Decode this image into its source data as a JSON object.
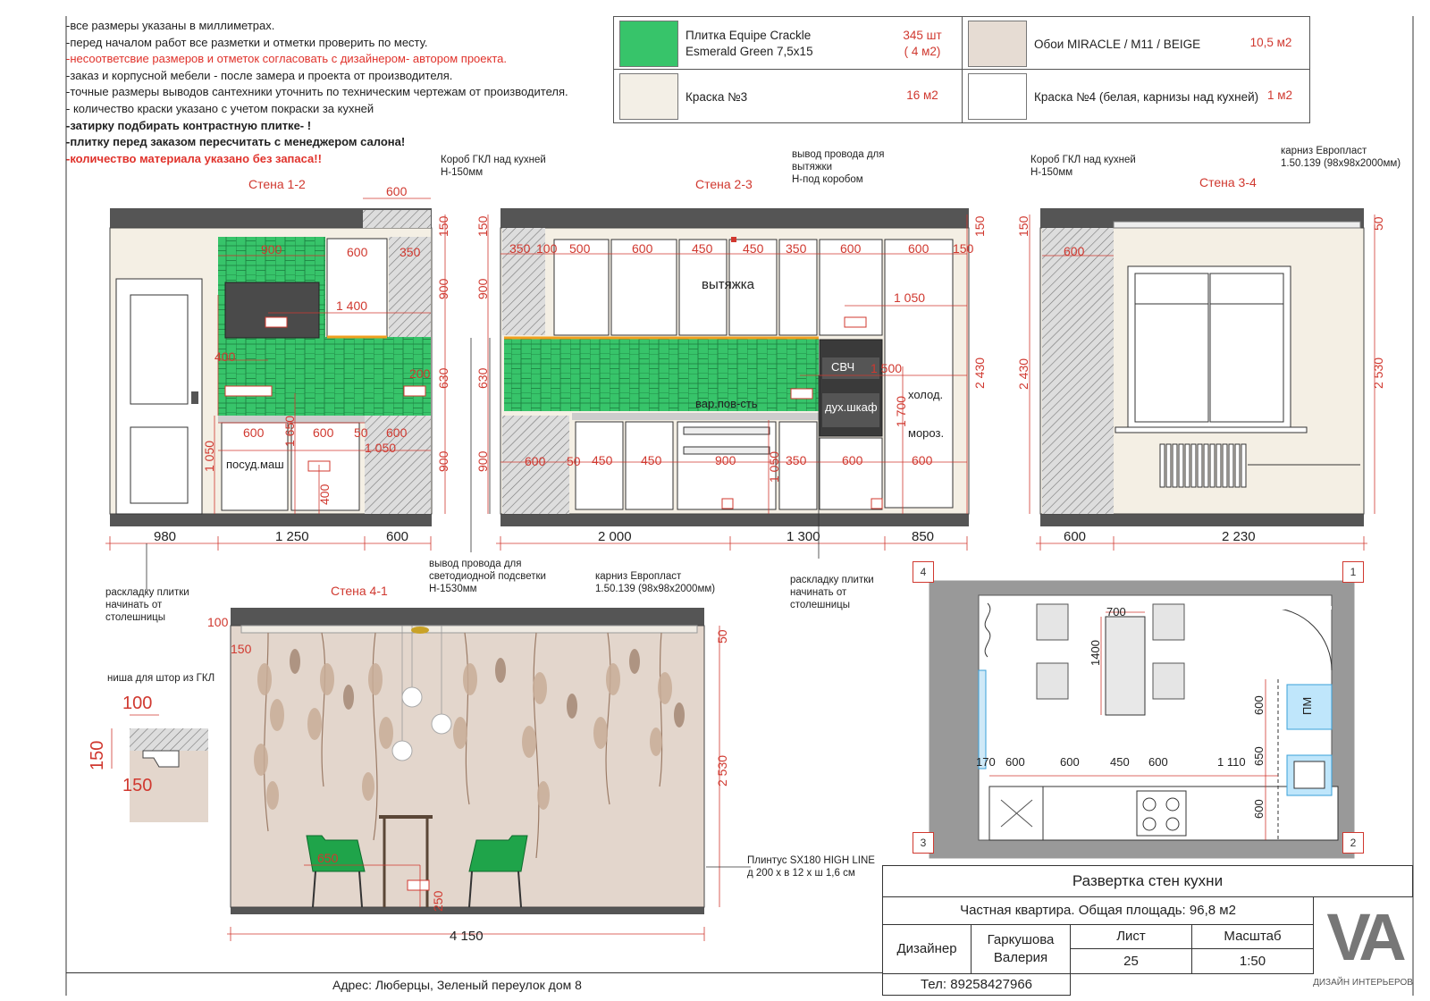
{
  "notes": [
    {
      "text": "-все размеры указаны в миллиметрах.",
      "style": "normal"
    },
    {
      "text": "-перед началом работ все разметки и отметки проверить по месту.",
      "style": "normal"
    },
    {
      "text": "-несоответсвие размеров и отметок согласовать с дизайнером- автором проекта.",
      "style": "red"
    },
    {
      "text": "-заказ и корпусной мебели - после замера и проекта от производителя.",
      "style": "normal"
    },
    {
      "text": "-точные размеры выводов сантехники уточнить по техническим чертежам от производителя.",
      "style": "normal"
    },
    {
      "text": "- количество краски указано с учетом покраски за кухней",
      "style": "normal"
    },
    {
      "text": "-затирку подбирать контрастную плитке- !",
      "style": "bold"
    },
    {
      "text": "-плитку перед заказом пересчитать с менеджером салона!",
      "style": "bold"
    },
    {
      "text": "-количество материала указано без запаса!!",
      "style": "redbold"
    }
  ],
  "materials": [
    {
      "name_line1": "Плитка Equipe Crackle",
      "name_line2": "Esmerald Green 7,5х15",
      "qty_line1": "345 шт",
      "qty_line2": "( 4 м2)",
      "swatch": "#37c46a"
    },
    {
      "name_line1": "Обои MIRACLE / M11 / BEIGE",
      "name_line2": "",
      "qty_line1": "10,5 м2",
      "qty_line2": "",
      "swatch": "#e6dcd3"
    },
    {
      "name_line1": "Краска №3",
      "name_line2": "",
      "qty_line1": "16 м2",
      "qty_line2": "",
      "swatch": "#f3efe6"
    },
    {
      "name_line1": "Краска №4 (белая, карнизы над кухней)",
      "name_line2": "",
      "qty_line1": "1 м2",
      "qty_line2": "",
      "swatch": "#ffffff"
    }
  ],
  "walls": {
    "w12": "Стена 1-2",
    "w23": "Стена 2-3",
    "w34": "Стена 3-4",
    "w41": "Стена 4-1"
  },
  "labels": {
    "box1_l1": "Короб ГКЛ над кухней",
    "box1_l2": "Н-150мм",
    "hood_l1": "вывод провода для",
    "hood_l2": "вытяжки",
    "hood_l3": "Н-под коробом",
    "box2_l1": "Короб ГКЛ над кухней",
    "box2_l2": "Н-150мм",
    "cornice1_l1": "карниз Европласт",
    "cornice1_l2": "1.50.139 (98х98х2000мм)",
    "tile1_l1": "раскладку плитки",
    "tile1_l2": "начинать от",
    "tile1_l3": "столешницы",
    "led_l1": "вывод провода для",
    "led_l2": "светодиодной подсветки",
    "led_l3": "Н-1530мм",
    "cornice2_l1": "карниз Европласт",
    "cornice2_l2": "1.50.139 (98х98х2000мм)",
    "tile2_l1": "раскладку плитки",
    "tile2_l2": "начинать от",
    "tile2_l3": "столешницы",
    "niche": "ниша для штор из ГКЛ",
    "plinth_l1": "Плинтус SX180 HIGH LINE",
    "plinth_l2": "д 200 х в 12 х ш 1,6 см"
  },
  "appliance_labels": {
    "hood": "вытяжка",
    "dishwasher": "посуд.маш",
    "cooktop": "вар.пов-сть",
    "microwave": "СВЧ",
    "oven": "дух.шкаф",
    "fridge": "холод.",
    "freezer": "мороз.",
    "pm": "ПМ"
  },
  "dims_w12": {
    "d600top": "600",
    "d150": "150",
    "d900a": "900",
    "d600a": "600",
    "d350": "350",
    "d900b": "900",
    "d1400": "1 400",
    "d400": "400",
    "d630": "630",
    "d200": "200",
    "d1650": "1 650",
    "d600b": "600",
    "d600c": "600",
    "d50": "50",
    "d600d": "600",
    "d1050a": "1 050",
    "d1050b": "1 050",
    "d900c": "900",
    "d400b": "400",
    "b980": "980",
    "b1250": "1 250",
    "b600": "600"
  },
  "dims_w23": {
    "d150": "150",
    "d900": "900",
    "d350": "350",
    "d100": "100",
    "d500": "500",
    "d600a": "600",
    "d450a": "450",
    "d450b": "450",
    "d350b": "350",
    "d600b": "600",
    "d600c": "600",
    "d150b": "150",
    "d1050": "1 050",
    "d630": "630",
    "d1500": "1 500",
    "d2430": "2 430",
    "d1700": "1 700",
    "d600d": "600",
    "d50": "50",
    "d450c": "450",
    "d450d": "450",
    "d900b": "900",
    "d1050b": "1 050",
    "d350c": "350",
    "d600e": "600",
    "d600f": "600",
    "d900c": "900",
    "b2000": "2 000",
    "b1300": "1 300",
    "b850": "850"
  },
  "dims_w34": {
    "d150": "150",
    "d600": "600",
    "d2430": "2 430",
    "d50": "50",
    "d2530": "2 530",
    "b600": "600",
    "b2230": "2 230"
  },
  "dims_w41": {
    "d100": "100",
    "d150": "150",
    "d50": "50",
    "d2530": "2 530",
    "d650": "650",
    "d250": "250",
    "b4150": "4 150"
  },
  "niche_dims": {
    "d100": "100",
    "d150a": "150",
    "d150b": "150"
  },
  "plan_dims": {
    "d700": "700",
    "d1400": "1400",
    "d600v": "600",
    "d650": "650",
    "d600v2": "600",
    "d170": "170",
    "d600a": "600",
    "d600b": "600",
    "d450": "450",
    "d600c": "600",
    "d1110": "1 110"
  },
  "plan_corners": {
    "c1": "1",
    "c2": "2",
    "c3": "3",
    "c4": "4"
  },
  "title_block": {
    "title": "Развертка стен кухни",
    "subtitle": "Частная квартира. Общая площадь: 96,8 м2",
    "designer_label": "Дизайнер",
    "designer_name_l1": "Гаркушова",
    "designer_name_l2": "Валерия",
    "sheet_label": "Лист",
    "sheet_value": "25",
    "scale_label": "Масштаб",
    "scale_value": "1:50",
    "phone": "Тел: 89258427966",
    "logo": "VA",
    "logo_caption": "ДИЗАЙН ИНТЕРЬЕРОВ"
  },
  "address": "Адрес: Люберцы, Зеленый переулок дом 8",
  "colors": {
    "tile": "#37c46a",
    "dim": "#d0382f",
    "wallpaper": "#e3d6cc",
    "hatch": "#888888",
    "chair": "#1fa44a"
  }
}
